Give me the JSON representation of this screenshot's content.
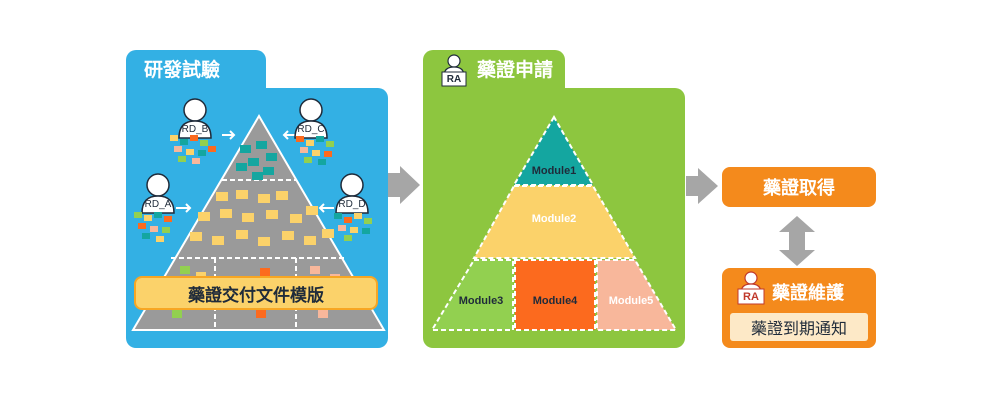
{
  "rd_section": {
    "title": "研發試驗",
    "people": [
      "RD_B",
      "RD_C",
      "RD_A",
      "RD_D"
    ],
    "template_label": "藥證交付文件模版"
  },
  "ra_section": {
    "title": "藥證申請",
    "badge": "RA",
    "modules": [
      "Module1",
      "Module2",
      "Module3",
      "Module4",
      "Module5"
    ]
  },
  "result": {
    "license_obtained": "藥證取得",
    "maintenance_title": "藥證維護",
    "maintenance_badge": "RA",
    "expiry_notice": "藥證到期通知"
  },
  "colors": {
    "rd_blue": "#33b0e4",
    "ra_green": "#8dc63f",
    "orange": "#f48a1c",
    "teal": "#14a6a0",
    "yellow": "#fbd26a",
    "light_green": "#92d050",
    "dark_orange": "#fc6a1e",
    "peach": "#f8b79b",
    "arrow_gray": "#a6a6a6"
  }
}
